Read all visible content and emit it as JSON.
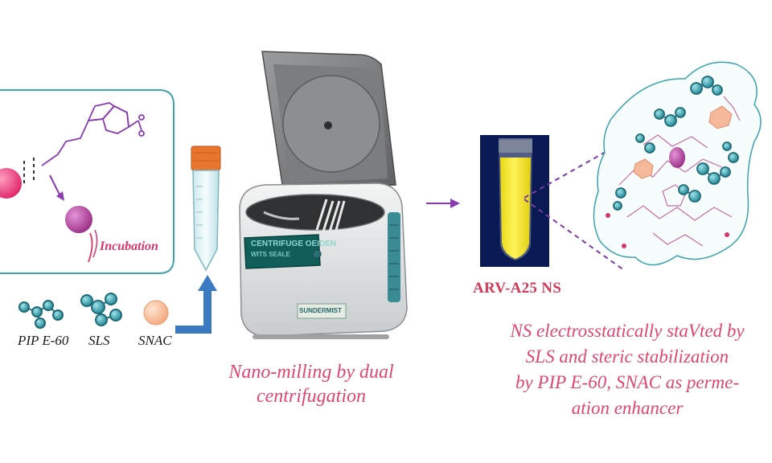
{
  "legend": {
    "items": [
      {
        "label": "PIP E-60",
        "icon": "molecule-cluster-icon"
      },
      {
        "label": "SLS",
        "icon": "molecule-cluster-icon"
      },
      {
        "label": "SNAC",
        "icon": "orange-sphere-icon"
      }
    ]
  },
  "incubation_label": "Incubation",
  "centrifuge": {
    "panel_text": "CENTRIFUGE OEIDEN",
    "panel_subtext": "WITS SEALE",
    "brand_label": "SUNDERMIST"
  },
  "step_caption": {
    "line1": "Nano-milling by dual",
    "line2": "centrifugation"
  },
  "product_label": "ARV-A25 NS",
  "description": {
    "line1": "NS electrosstatically staVted by",
    "line2": "SLS and steric stabilization",
    "line3": "by PIP E-60, SNAC as perme-",
    "line4": "ation enhancer"
  },
  "colors": {
    "incubation_box": "#3fa3ad",
    "arrow_blue": "#3a7ac2",
    "arrow_purple": "#8a3bb0",
    "suspension_yellow": "#f6e82a",
    "pink_text": "#e0466e",
    "teal_molecule": "#2a9aa6"
  }
}
